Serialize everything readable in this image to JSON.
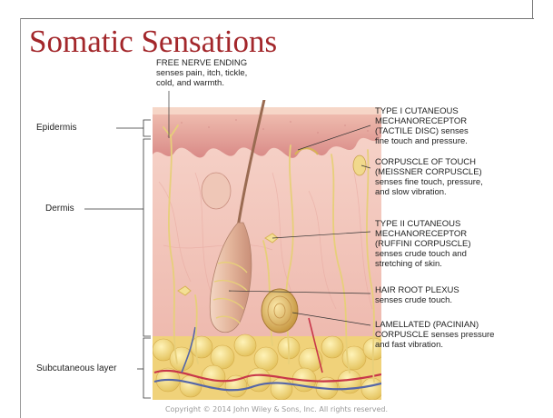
{
  "slide": {
    "title": "Somatic Sensations",
    "copyright": "Copyright © 2014 John Wiley & Sons, Inc. All rights reserved."
  },
  "layers": {
    "epidermis": "Epidermis",
    "dermis": "Dermis",
    "subcutaneous": "Subcutaneous layer"
  },
  "callouts": {
    "free_nerve_ending": [
      "FREE NERVE ENDING",
      "senses pain, itch, tickle,",
      "cold, and warmth."
    ],
    "type1": [
      "TYPE I CUTANEOUS",
      "MECHANORECEPTOR",
      "(TACTILE DISC) senses",
      "fine touch and pressure."
    ],
    "corpuscle_touch": [
      "CORPUSCLE OF TOUCH",
      "(MEISSNER CORPUSCLE)",
      "senses fine touch, pressure,",
      "and slow vibration."
    ],
    "type2": [
      "TYPE II CUTANEOUS",
      "MECHANORECEPTOR",
      "(RUFFINI CORPUSCLE)",
      "senses crude touch and",
      "stretching of skin."
    ],
    "hair_root": [
      "HAIR ROOT PLEXUS",
      "senses crude touch."
    ],
    "lamellated": [
      "LAMELLATED (PACINIAN)",
      "CORPUSCLE senses pressure",
      "and fast vibration."
    ]
  },
  "colors": {
    "title": "#a3272b",
    "epidermis": "#e8a8a0",
    "dermis": "#f3c9c0",
    "fat": "#f2dc7e",
    "nerve": "#e9d78a"
  }
}
